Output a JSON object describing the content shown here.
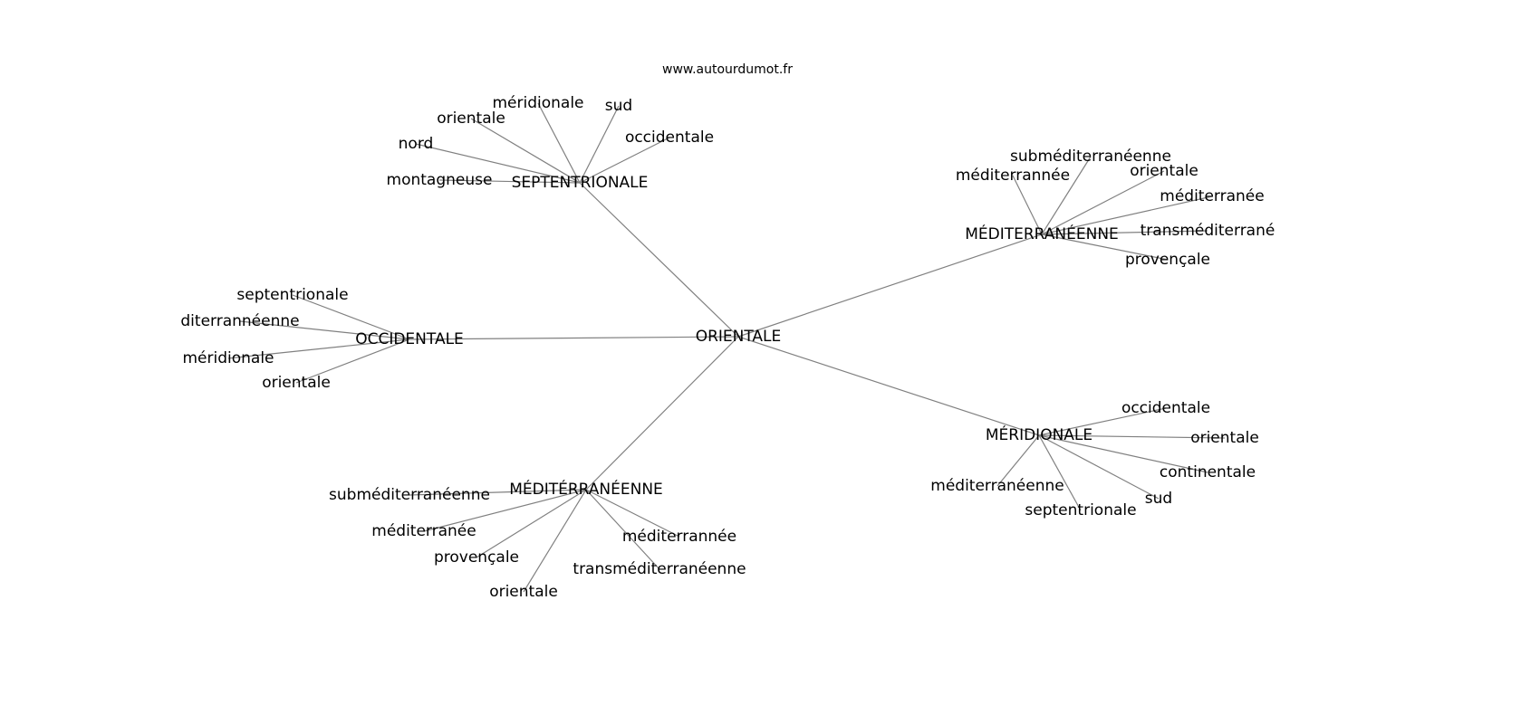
{
  "title": "www.autourdumot.fr",
  "edge_color": "#808080",
  "root": "ORIENTALE",
  "clusters": [
    {
      "label": "SEPTENTRIONALE",
      "children": [
        "montagneuse",
        "nord",
        "orientale",
        "méridionale",
        "sud",
        "occidentale"
      ]
    },
    {
      "label": "MÉDITERRANÉENNE",
      "children": [
        "méditerrannée",
        "subméditerranéenne",
        "orientale",
        "méditerranée",
        "transméditerrané",
        "provençale"
      ]
    },
    {
      "label": "OCCIDENTALE",
      "children": [
        "septentrionale",
        "diterrannéenne",
        "méridionale",
        "orientale"
      ]
    },
    {
      "label": "MÉRIDIONALE",
      "children": [
        "occidentale",
        "orientale",
        "continentale",
        "sud",
        "septentrionale",
        "méditerranéenne"
      ]
    },
    {
      "label": "MÉDITÉRRANÉENNE",
      "children": [
        "subméditerranéenne",
        "méditerranée",
        "provençale",
        "orientale",
        "transméditerranéenne",
        "méditerrannée"
      ]
    }
  ]
}
